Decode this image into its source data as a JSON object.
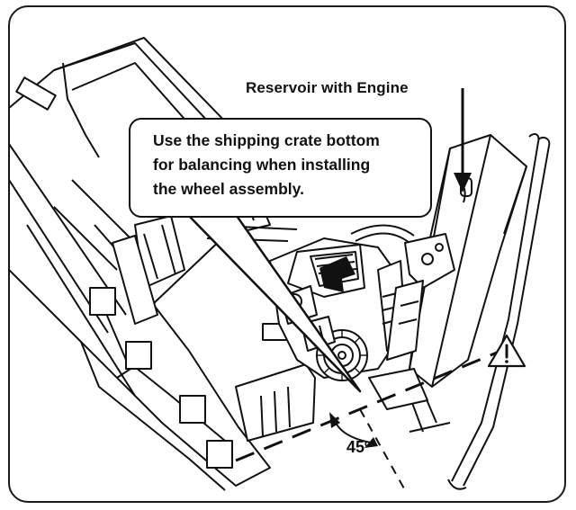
{
  "labels": {
    "reservoir": "Reservoir with Engine",
    "angle": "45º"
  },
  "callout": {
    "lines": [
      "Use the shipping crate bottom",
      "for balancing when installing",
      "the wheel assembly."
    ]
  },
  "icons": {
    "warning": "warning-triangle-icon",
    "arrow": "down-arrow-icon"
  },
  "colors": {
    "line": "#111111",
    "background": "#ffffff"
  }
}
